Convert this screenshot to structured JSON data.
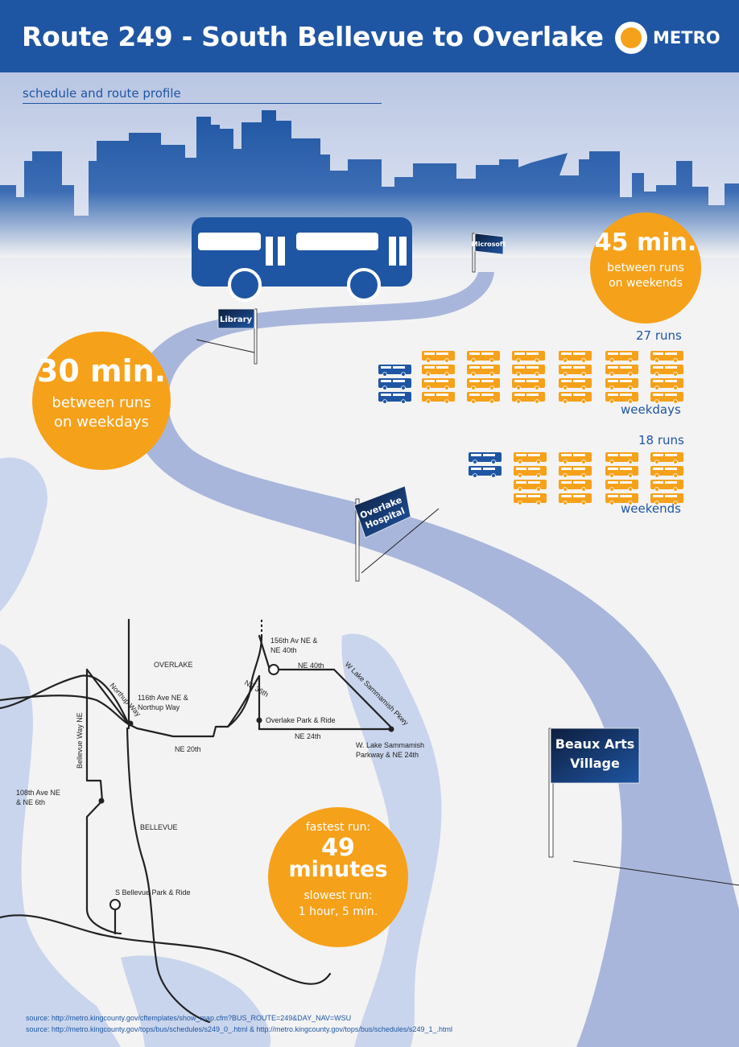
{
  "header": {
    "title": "Route 249 - South Bellevue to Overlake",
    "logo_text": "METRO"
  },
  "subtitle": "schedule and route profile",
  "colors": {
    "brand_blue": "#1f56a3",
    "accent_orange": "#f6a11a",
    "route_blue": "#a8b6db",
    "water_blue": "#c9d5ec"
  },
  "weekday": {
    "headline": "30 min.",
    "line1": "between runs",
    "line2": "on weekdays"
  },
  "weekend": {
    "headline": "45 min.",
    "line1": "between runs",
    "line2": "on weekends"
  },
  "runs": {
    "weekdays": {
      "count_label": "27 runs",
      "label": "weekdays",
      "count": 27
    },
    "weekends": {
      "count_label": "18 runs",
      "label": "weekends",
      "count": 18
    }
  },
  "trip_time": {
    "fastest_label": "fastest run:",
    "fastest_value": "49",
    "fastest_unit": "minutes",
    "slowest_label": "slowest run:",
    "slowest_value": "1 hour, 5 min."
  },
  "flags": {
    "library": "Library",
    "microsoft": "Microsoft",
    "hospital_line1": "Overlake",
    "hospital_line2": "Hospital",
    "beaux_line1": "Beaux Arts",
    "beaux_line2": "Village"
  },
  "map": {
    "overlake": "OVERLAKE",
    "bellevue": "BELLEVUE",
    "stop_116th_1": "116th Ave NE &",
    "stop_116th_2": "Northup Way",
    "stop_156th_1": "156th Av NE &",
    "stop_156th_2": "NE 40th",
    "stop_108th_1": "108th Ave NE",
    "stop_108th_2": "& NE 6th",
    "overlake_pr": "Overlake Park & Ride",
    "s_bellevue_pr": "S Bellevue Park & Ride",
    "wls_1": "W. Lake Sammamish",
    "wls_2": "Parkway & NE 24th",
    "ne40": "NE 40th",
    "ne36": "NE 36th",
    "ne24": "NE 24th",
    "ne20": "NE 20th",
    "northup": "Northup Way",
    "bellevue_way": "Bellevue Way NE",
    "wls_pkwy": "W Lake Sammamish Pkwy"
  },
  "sources": [
    "source: http://metro.kingcounty.gov/cftemplates/show_map.cfm?BUS_ROUTE=249&DAY_NAV=WSU",
    "source: http://metro.kingcounty.gov/tops/bus/schedules/s249_0_.html & http://metro.kingcounty.gov/tops/bus/schedules/s249_1_.html"
  ]
}
